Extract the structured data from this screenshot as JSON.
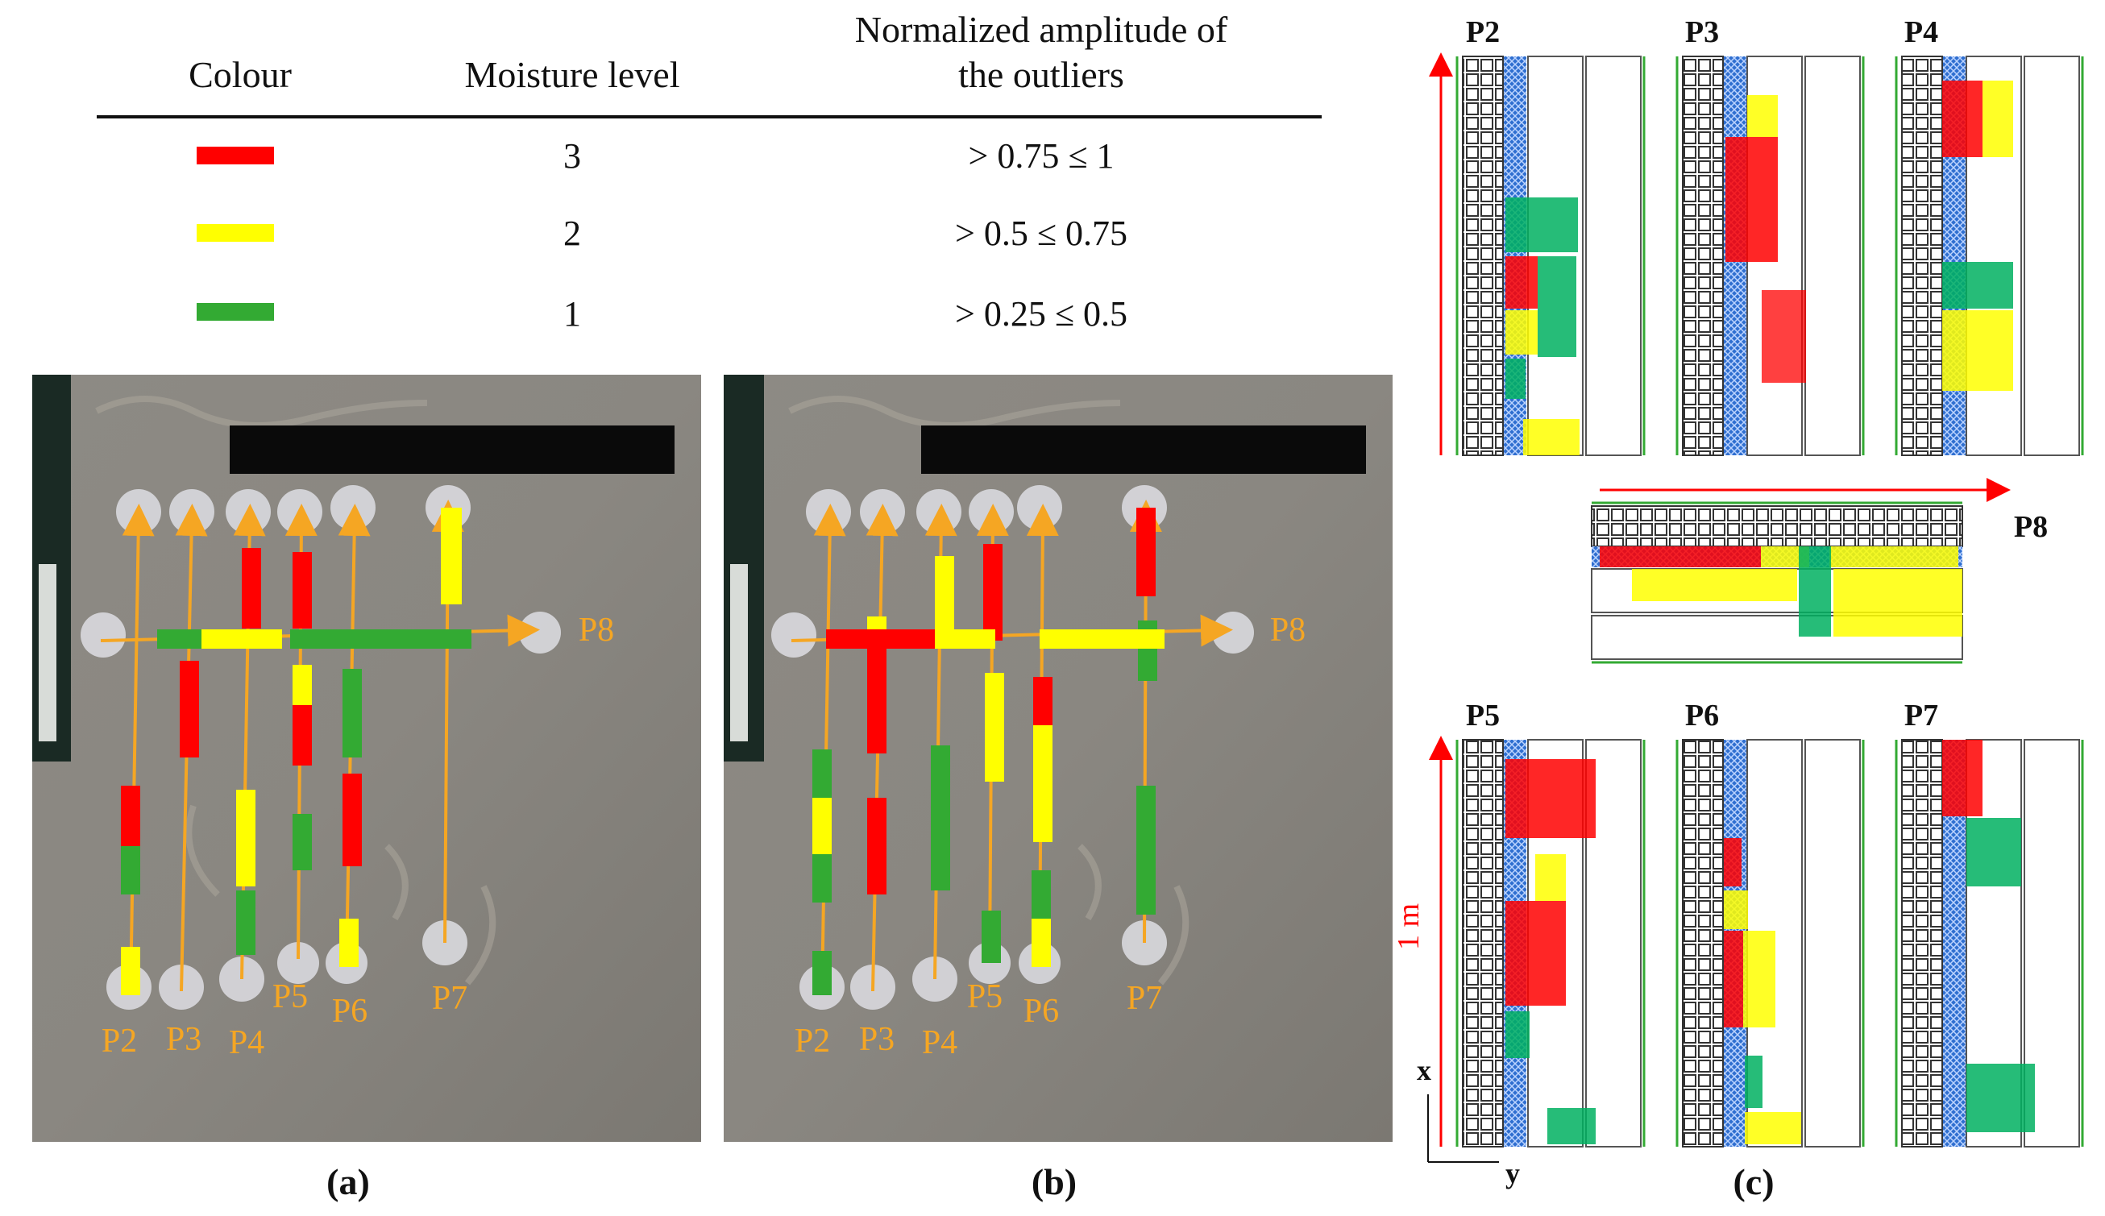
{
  "legend": {
    "headers": {
      "colour": "Colour",
      "moisture": "Moisture level",
      "amplitude_line1": "Normalized amplitude of",
      "amplitude_line2": "the outliers"
    },
    "rows": [
      {
        "color": "#ff0000",
        "level": "3",
        "range": "> 0.75 ≤ 1"
      },
      {
        "color": "#ffff00",
        "level": "2",
        "range": "> 0.5 ≤ 0.75"
      },
      {
        "color": "#33aa33",
        "level": "1",
        "range": "> 0.25 ≤ 0.5"
      }
    ]
  },
  "photo_labels": {
    "p2": "P2",
    "p3": "P3",
    "p4": "P4",
    "p5": "P5",
    "p6": "P6",
    "p7": "P7",
    "p8": "P8"
  },
  "captions": {
    "a": "(a)",
    "b": "(b)",
    "c": "(c)"
  },
  "panel_c": {
    "labels": {
      "p2": "P2",
      "p3": "P3",
      "p4": "P4",
      "p5": "P5",
      "p6": "P6",
      "p7": "P7",
      "p8": "P8"
    },
    "scale_label": "1 m",
    "axis_x": "x",
    "axis_y": "y"
  },
  "colors": {
    "red": "#ff0000",
    "yellow": "#ffff00",
    "green": "#33aa33",
    "teal_green": "#00b060",
    "orange_path": "#f5a623",
    "blue_hatch": "#2f6fd0"
  }
}
